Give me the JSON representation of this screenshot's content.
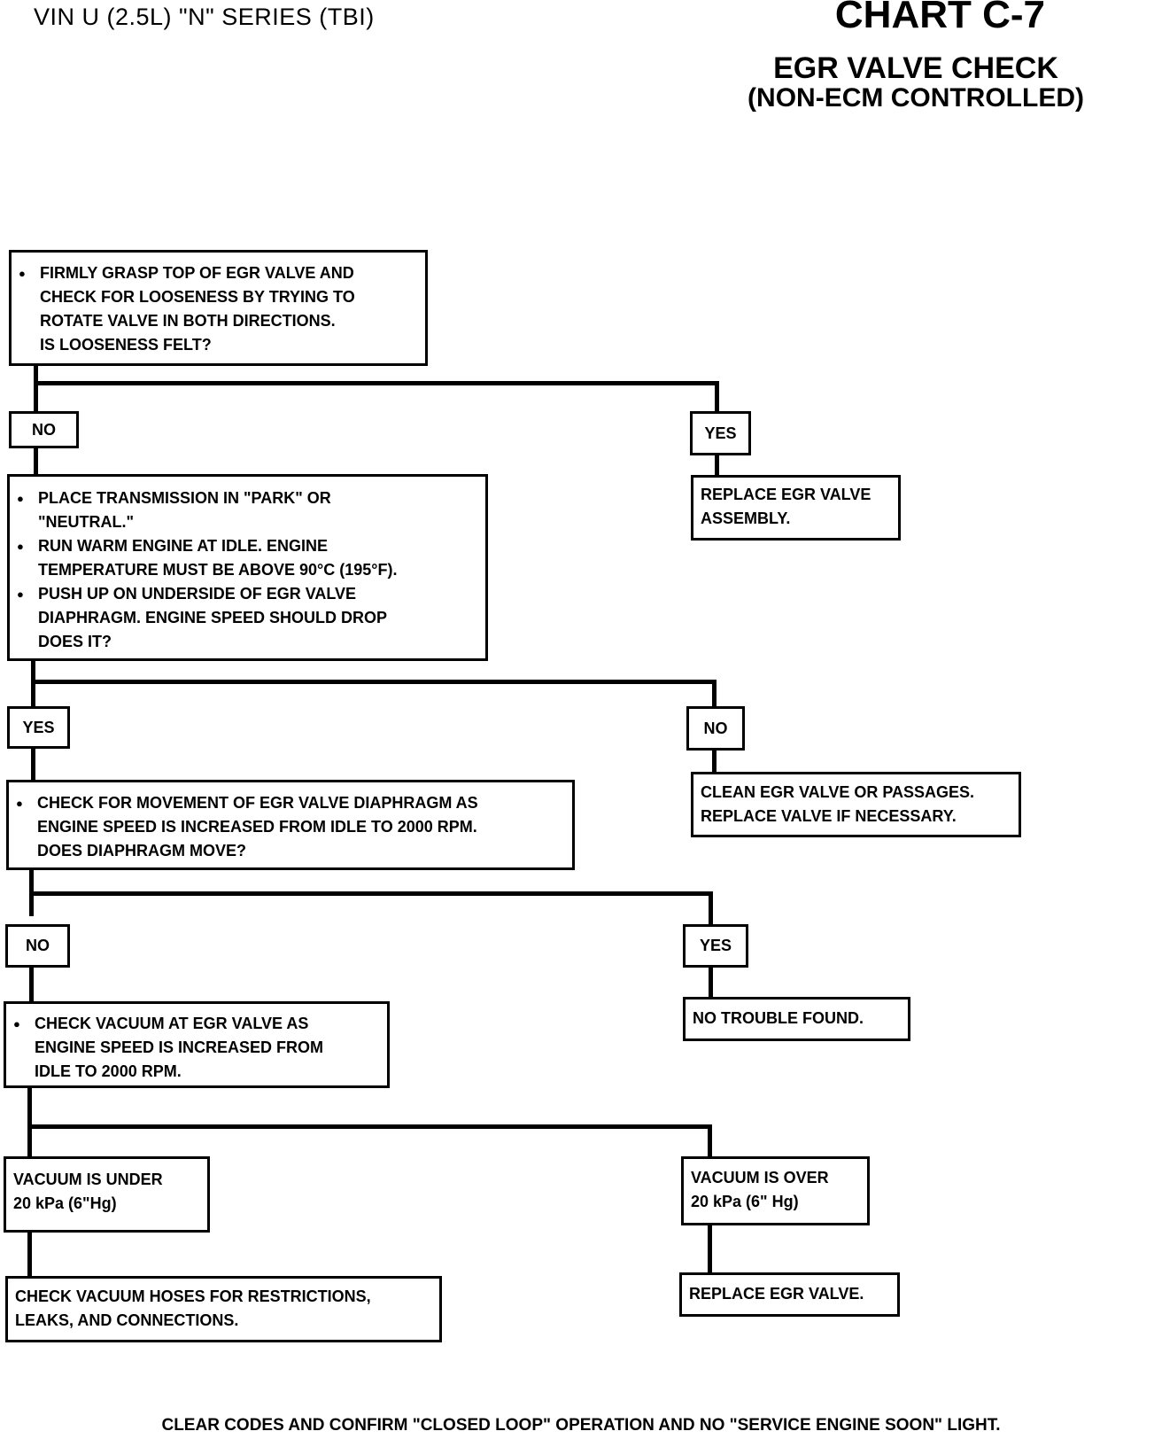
{
  "header": {
    "engine": "VIN U (2.5L) \"N\" SERIES (TBI)",
    "chart_id": "CHART C-7",
    "title": "EGR VALVE CHECK",
    "subtitle": "(NON-ECM CONTROLLED)"
  },
  "step1": {
    "lines": [
      "FIRMLY GRASP TOP OF EGR VALVE AND",
      "CHECK FOR LOOSENESS BY TRYING TO",
      "ROTATE VALVE IN BOTH DIRECTIONS.",
      "IS LOOSENESS FELT?"
    ]
  },
  "branch1": {
    "left": "NO",
    "right": "YES"
  },
  "result1_right": {
    "lines": [
      "REPLACE EGR VALVE",
      "ASSEMBLY."
    ]
  },
  "step2": {
    "bullet1": [
      "PLACE TRANSMISSION IN \"PARK\" OR",
      "\"NEUTRAL.\""
    ],
    "bullet2": [
      "RUN WARM ENGINE AT IDLE.  ENGINE",
      "TEMPERATURE MUST BE  ABOVE 90°C (195°F)."
    ],
    "bullet3": [
      "PUSH UP ON UNDERSIDE OF EGR VALVE",
      "DIAPHRAGM.  ENGINE SPEED SHOULD DROP",
      "DOES IT?"
    ]
  },
  "branch2": {
    "left": "YES",
    "right": "NO"
  },
  "result2_right": {
    "lines": [
      "CLEAN EGR VALVE OR PASSAGES.",
      "REPLACE VALVE IF NECESSARY."
    ]
  },
  "step3": {
    "lines": [
      "CHECK FOR MOVEMENT OF EGR VALVE DIAPHRAGM AS",
      "ENGINE SPEED IS INCREASED FROM IDLE TO 2000 RPM.",
      "DOES DIAPHRAGM MOVE?"
    ]
  },
  "branch3": {
    "left": "NO",
    "right": "YES"
  },
  "result3_right": {
    "text": "NO TROUBLE FOUND."
  },
  "step4": {
    "lines": [
      "CHECK VACUUM AT EGR VALVE AS",
      "ENGINE SPEED IS INCREASED FROM",
      "IDLE TO 2000 RPM."
    ]
  },
  "branch4_left": {
    "lines": [
      "VACUUM  IS  UNDER",
      "20 kPa (6\"Hg)"
    ]
  },
  "branch4_right": {
    "lines": [
      "VACUUM IS  OVER",
      "20 kPa (6\" Hg)"
    ]
  },
  "result4_left": {
    "lines": [
      "CHECK VACUUM HOSES FOR RESTRICTIONS,",
      "LEAKS, AND CONNECTIONS."
    ]
  },
  "result4_right": {
    "text": "REPLACE EGR VALVE."
  },
  "footer": "CLEAR CODES AND CONFIRM \"CLOSED LOOP\" OPERATION AND NO \"SERVICE ENGINE SOON\" LIGHT."
}
